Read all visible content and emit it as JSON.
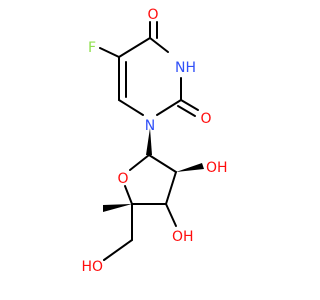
{
  "colors": {
    "background": "#ffffff",
    "bond": "#000000",
    "oxygen": "#ff0d0d",
    "nitrogen": "#3050f8",
    "fluorine": "#90e050",
    "carbon": "#000000"
  },
  "molecule": {
    "atoms": [
      {
        "id": "o4",
        "label": "O",
        "element": "O"
      },
      {
        "id": "n3h",
        "label": "NH",
        "element": "N"
      },
      {
        "id": "o2",
        "label": "O",
        "element": "O"
      },
      {
        "id": "n1",
        "label": "N",
        "element": "N"
      },
      {
        "id": "f",
        "label": "F",
        "element": "F"
      },
      {
        "id": "o_ring",
        "label": "O",
        "element": "O"
      },
      {
        "id": "oh2",
        "label": "OH",
        "element": "O"
      },
      {
        "id": "oh3",
        "label": "OH",
        "element": "O"
      },
      {
        "id": "oh5",
        "label": "HO",
        "element": "O"
      }
    ]
  }
}
